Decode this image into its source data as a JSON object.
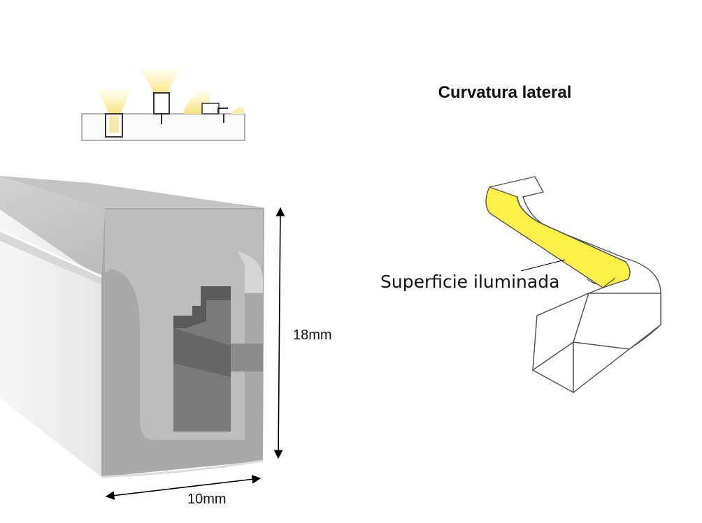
{
  "labels": {
    "title": "Curvatura lateral",
    "height": "18mm",
    "width": "10mm",
    "illuminated_surface": "Superficie iluminada"
  },
  "colors": {
    "illuminated": "#fdf046",
    "profile_side": "#f2f2f2",
    "profile_top": "#bdbdbd",
    "profile_face": "#8a8a8a",
    "profile_inner": "#5e5e5e",
    "arrow": "#000000"
  },
  "icons": {
    "mounting_examples": "mounting-illustration-icon",
    "profile": "led-neon-profile-icon",
    "bend": "side-bend-icon"
  }
}
